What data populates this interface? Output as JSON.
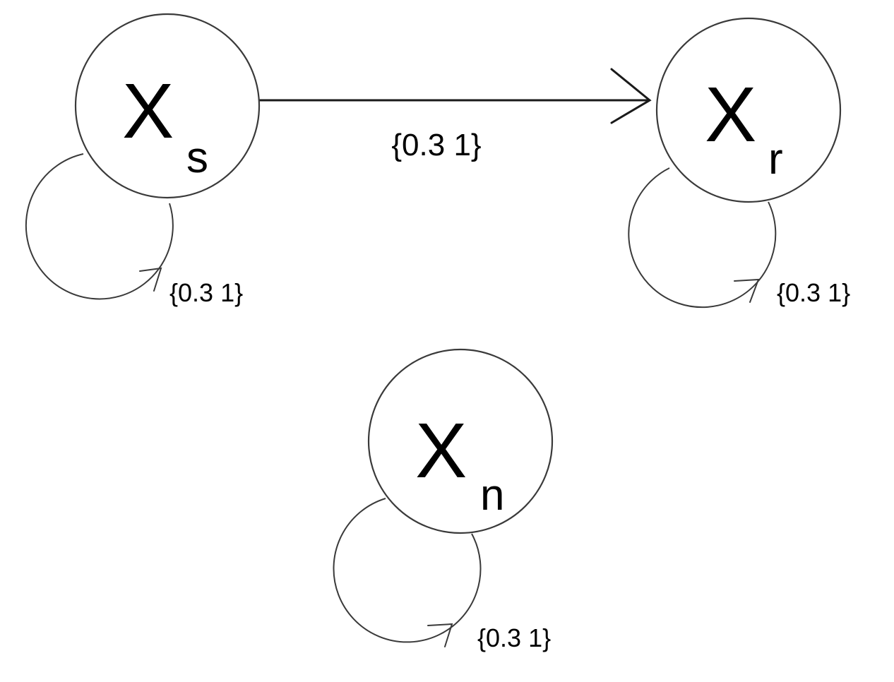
{
  "nodes": {
    "s": {
      "symbol": "X",
      "subscript": "s"
    },
    "r": {
      "symbol": "X",
      "subscript": "r"
    },
    "n": {
      "symbol": "X",
      "subscript": "n"
    }
  },
  "edges": {
    "s_to_r": {
      "from": "s",
      "to": "r",
      "label": "{0.3 1}"
    }
  },
  "self_loops": {
    "s": {
      "label": "{0.3 1}"
    },
    "r": {
      "label": "{0.3 1}"
    },
    "n": {
      "label": "{0.3 1}"
    }
  }
}
